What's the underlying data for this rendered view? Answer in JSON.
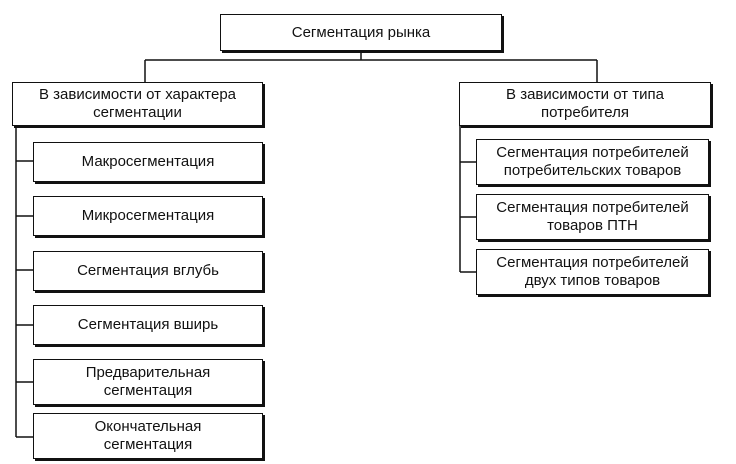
{
  "diagram": {
    "root": "Сегментация рынка",
    "left_branch": {
      "title": "В зависимости от характера\nсегментации",
      "children": [
        "Макросегментация",
        "Микросегментация",
        "Сегментация вглубь",
        "Сегментация вширь",
        "Предварительная\nсегментация",
        "Окончательная\nсегментация"
      ]
    },
    "right_branch": {
      "title": "В зависимости от типа\nпотребителя",
      "children": [
        "Сегментация потребителей\nпотребительских товаров",
        "Сегментация потребителей\nтоваров ПТН",
        "Сегментация потребителей\nдвух типов товаров"
      ]
    }
  }
}
